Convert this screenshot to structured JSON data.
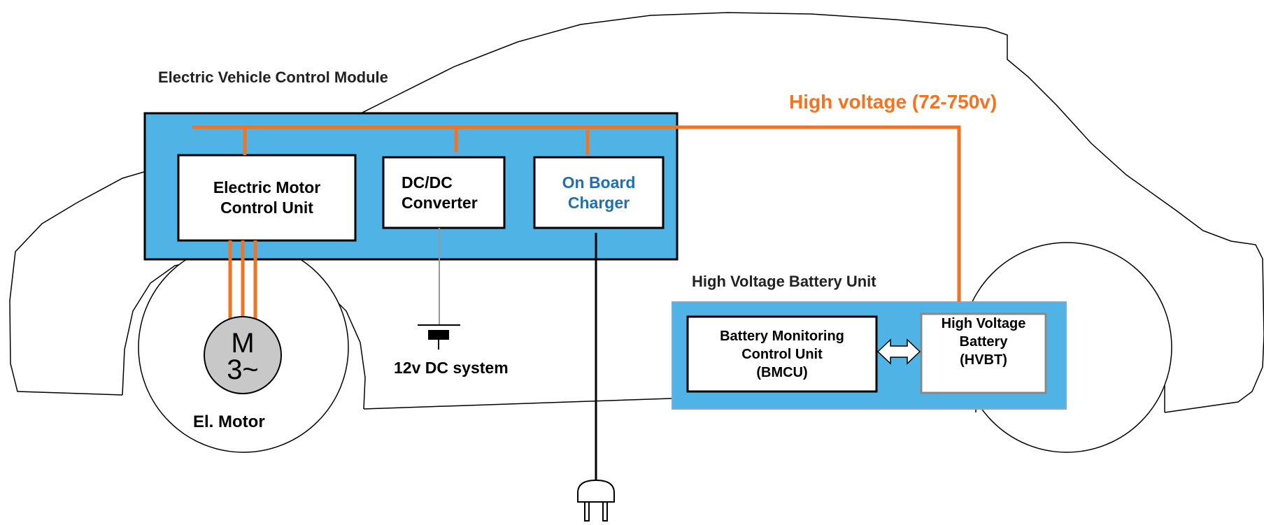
{
  "evcm": {
    "title": "Electric Vehicle Control Module"
  },
  "emcu": {
    "label_line1": "Electric Motor",
    "label_line2": "Control Unit"
  },
  "dcdc": {
    "label_line1": "DC/DC",
    "label_line2": "Converter"
  },
  "obc": {
    "label_line1": "On Board",
    "label_line2": "Charger"
  },
  "high_voltage": {
    "label": "High voltage (72-750v)"
  },
  "hvbu": {
    "title": "High Voltage Battery Unit"
  },
  "bmcu": {
    "label_line1": "Battery Monitoring",
    "label_line2": "Control Unit",
    "label_line3": "(BMCU)"
  },
  "hvbt": {
    "label_line1": "High Voltage",
    "label_line2": "Battery",
    "label_line3": "(HVBT)"
  },
  "motor": {
    "symbol_line1": "M",
    "symbol_line2": "3~",
    "caption": "El. Motor"
  },
  "dc12": {
    "label": "12v DC system"
  },
  "colors": {
    "module_fill": "#4fb3e6",
    "high_voltage": "#f47320",
    "obc_text": "#1f6fb2",
    "motor_fill": "#c8c8c8"
  }
}
